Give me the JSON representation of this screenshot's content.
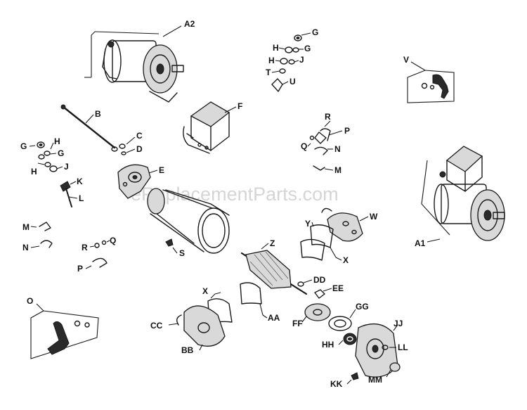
{
  "watermark": "eReplacementParts.com",
  "callouts": {
    "A2": "A2",
    "G1": "G",
    "H1": "H",
    "G2": "G",
    "H2": "H",
    "J1": "J",
    "T": "T",
    "U": "U",
    "V": "V",
    "B": "B",
    "F": "F",
    "C": "C",
    "D": "D",
    "G3": "G",
    "H3": "H",
    "G4": "G",
    "H4": "H",
    "J2": "J",
    "R1": "R",
    "P1": "P",
    "Q1": "Q",
    "N1": "N",
    "M1": "M",
    "E": "E",
    "K": "K",
    "L": "L",
    "M2": "M",
    "N2": "N",
    "R2": "R",
    "Q2": "Q",
    "P2": "P",
    "S": "S",
    "Y": "Y",
    "W": "W",
    "A1": "A1",
    "Z": "Z",
    "X1": "X",
    "DD": "DD",
    "EE": "EE",
    "GG": "GG",
    "X2": "X",
    "O": "O",
    "CC": "CC",
    "AA": "AA",
    "FF": "FF",
    "JJ": "JJ",
    "HH": "HH",
    "LL": "LL",
    "BB": "BB",
    "KK": "KK",
    "MM": "MM"
  }
}
